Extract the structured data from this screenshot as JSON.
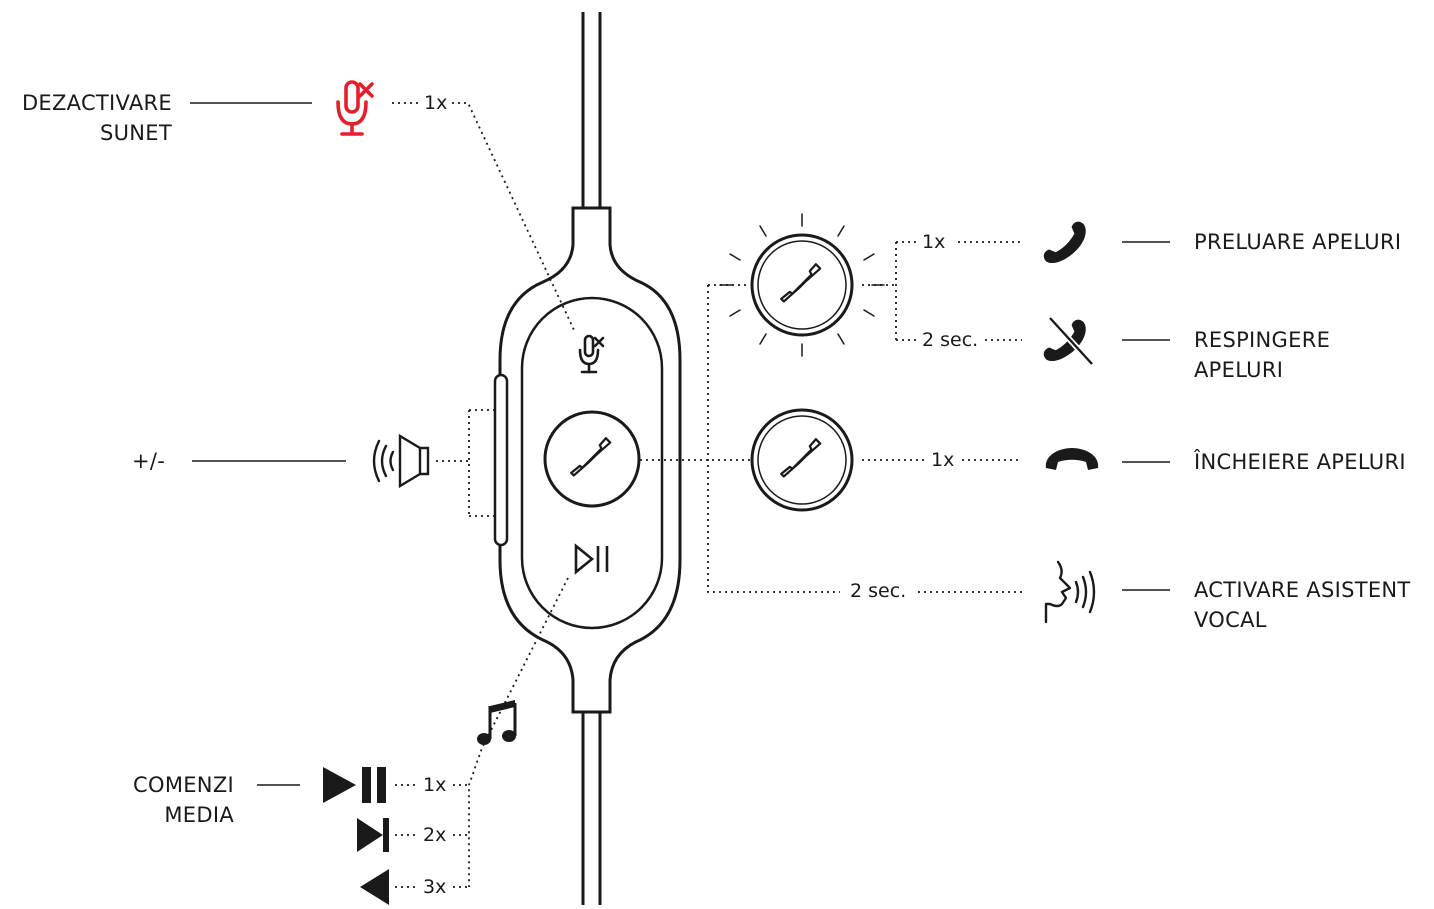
{
  "labels": {
    "mute_line1": "DEZACTIVARE",
    "mute_line2": "SUNET",
    "volume": "+/-",
    "media_line1": "COMENZI",
    "media_line2": "MEDIA",
    "answer": "PRELUARE APELURI",
    "reject_line1": "RESPINGERE",
    "reject_line2": "APELURI",
    "end": "ÎNCHEIERE APELURI",
    "assistant_line1": "ACTIVARE ASISTENT",
    "assistant_line2": "VOCAL"
  },
  "counts": {
    "mute": "1x",
    "answer": "1x",
    "reject": "2 sec.",
    "end": "1x",
    "assistant": "2 sec.",
    "play_pause": "1x",
    "next": "2x",
    "previous": "3x"
  },
  "colors": {
    "accent_red": "#e2202b",
    "line": "#1a1a1a"
  },
  "icons": [
    "mic-mute-icon",
    "speaker-volume-icon",
    "phone-icon",
    "play-pause-icon",
    "music-note-icon",
    "phone-handset-icon",
    "phone-reject-icon",
    "phone-hangup-icon",
    "voice-assistant-icon",
    "skip-next-icon",
    "skip-previous-icon"
  ]
}
